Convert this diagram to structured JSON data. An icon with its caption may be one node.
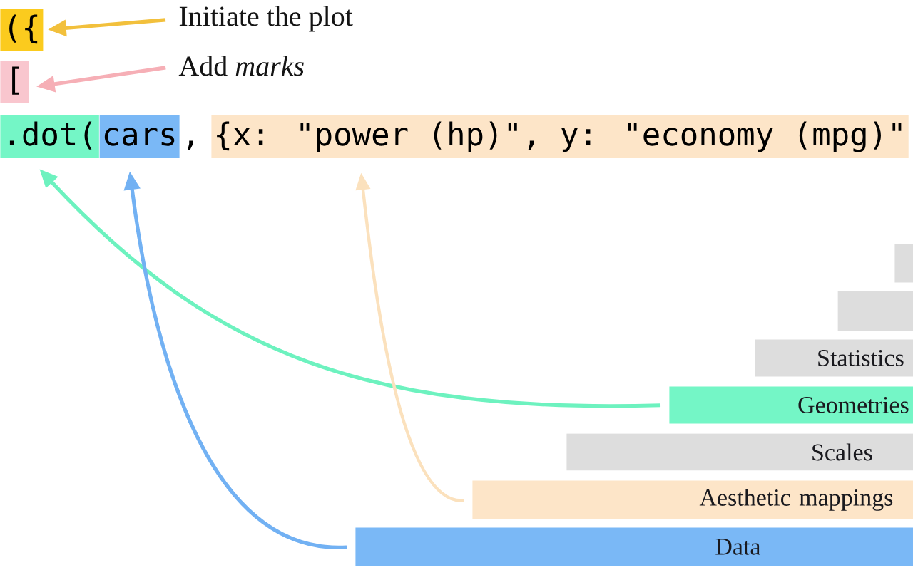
{
  "diagram": {
    "nodes": [
      {
        "text": [
          "({"
        ]
      },
      {
        "text": [
          "Initiate the plot"
        ]
      },
      {
        "text": [
          "["
        ]
      },
      {
        "text": [
          "Add *marks*"
        ]
      },
      {
        "text": [
          ".dot("
        ]
      },
      {
        "text": [
          "cars"
        ]
      },
      {
        "text": [
          "{x: \"power (hp)\", y: \"economy (mpg)\""
        ]
      },
      {
        "text": [],
        "shape": "bar"
      },
      {
        "text": [],
        "shape": "bar"
      },
      {
        "text": [
          "Statistics"
        ]
      },
      {
        "text": [
          "Geometries"
        ]
      },
      {
        "text": [
          "Scales"
        ]
      },
      {
        "text": [
          "Aesthetic mappings"
        ]
      },
      {
        "text": [
          "Data"
        ]
      }
    ],
    "edges": [
      {
        "from": 1,
        "to": 0,
        "arrow": "to",
        "color": "#f2c03c"
      },
      {
        "from": 3,
        "to": 2,
        "arrow": "to",
        "color": "#f6afb6"
      },
      {
        "from": 10,
        "to": 4,
        "arrow": "to",
        "color": "#6df2bf"
      },
      {
        "from": 12,
        "to": 6,
        "arrow": "to",
        "color": "#fbe1bd"
      },
      {
        "from": 13,
        "to": 5,
        "arrow": "to",
        "color": "#72b1f3"
      }
    ],
    "labels": [
      ","
    ]
  }
}
